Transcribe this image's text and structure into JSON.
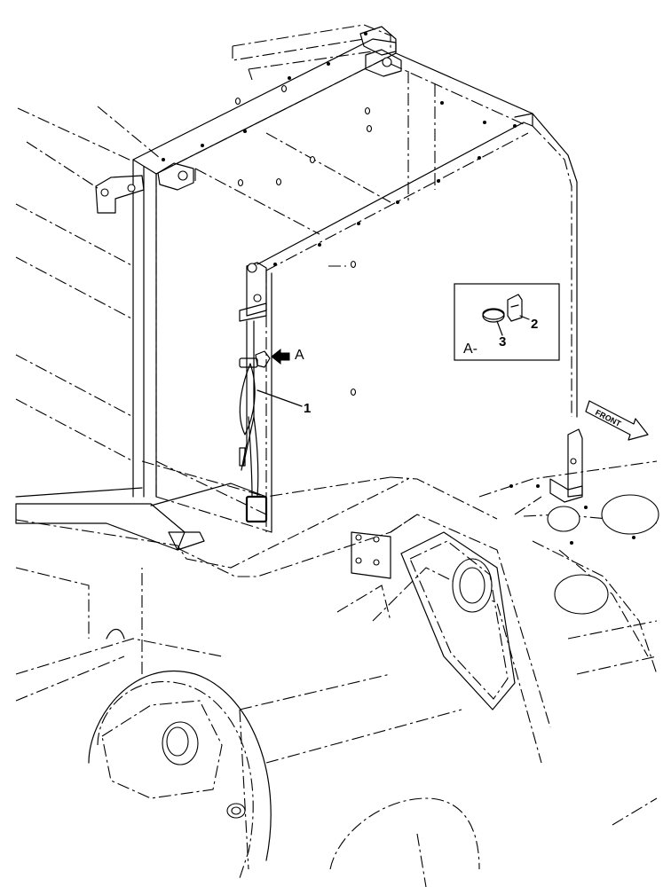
{
  "callouts": {
    "item_1": "1",
    "item_2": "2",
    "item_3": "3",
    "view_arrow": "A"
  },
  "detail_view": {
    "label": "A-"
  },
  "direction_indicator": {
    "label": "FRONT"
  }
}
